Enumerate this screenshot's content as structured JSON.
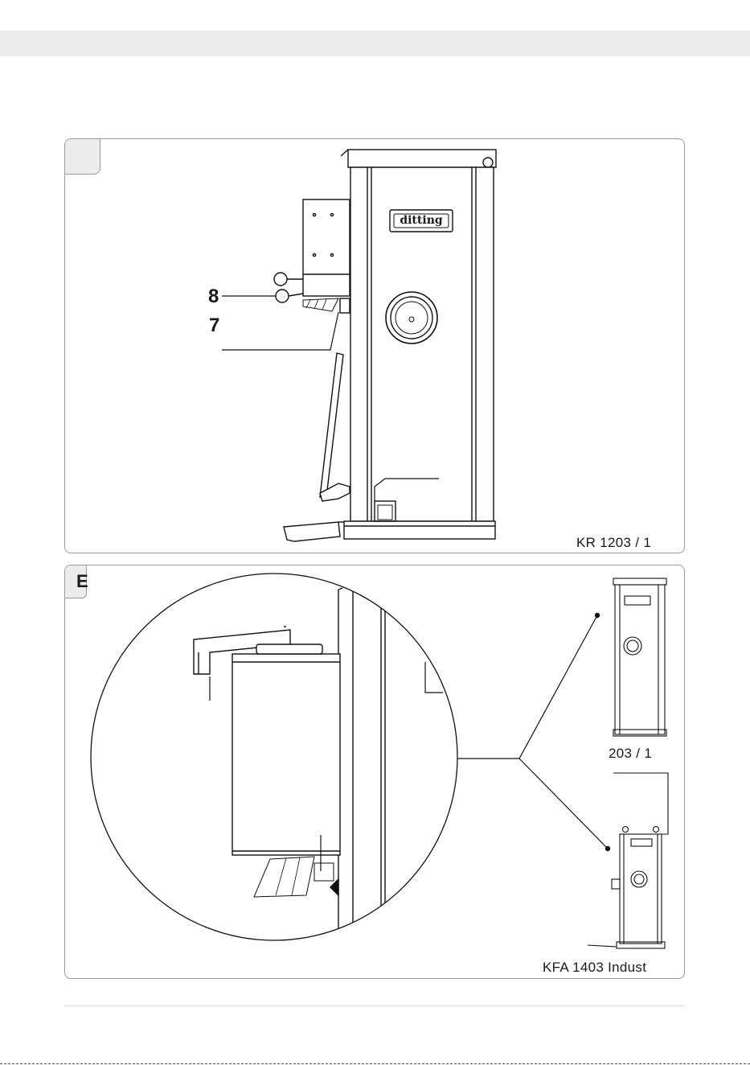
{
  "panel_d": {
    "tab_letter": "",
    "brand_logo": "ditting",
    "callout_8": "8",
    "callout_7": "7",
    "model": "KR 1203 / 1"
  },
  "panel_e": {
    "tab_letter": "E",
    "model_top_partial": "203 / 1",
    "model_bottom": "KFA 1403 Indust"
  }
}
